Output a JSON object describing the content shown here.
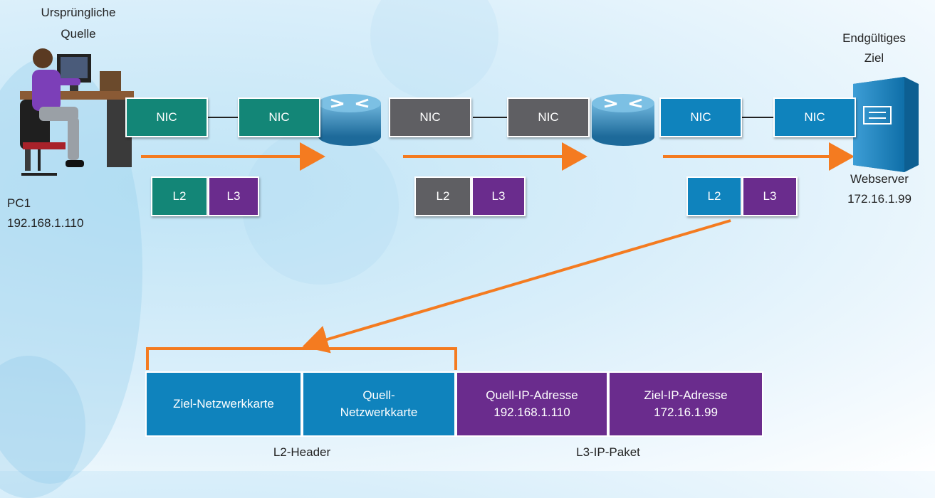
{
  "source": {
    "title_line1": "Ursprüngliche",
    "title_line2": "Quelle",
    "name": "PC1",
    "ip": "192.168.1.110"
  },
  "destination": {
    "title_line1": "Endgültiges",
    "title_line2": "Ziel",
    "name": "Webserver",
    "ip": "172.16.1.99"
  },
  "links": [
    {
      "left": "NIC",
      "right": "NIC",
      "color": "#138677"
    },
    {
      "left": "NIC",
      "right": "NIC",
      "color": "#5f5f63"
    },
    {
      "left": "NIC",
      "right": "NIC",
      "color": "#0f83bd"
    }
  ],
  "frames": [
    {
      "l2": "L2",
      "l3": "L3",
      "l2_color": "#138677"
    },
    {
      "l2": "L2",
      "l3": "L3",
      "l2_color": "#5f5f63"
    },
    {
      "l2": "L2",
      "l3": "L3",
      "l2_color": "#0f83bd"
    }
  ],
  "headers": {
    "dest_nic": "Ziel-Netzwerkkarte",
    "src_nic_line1": "Quell-",
    "src_nic_line2": "Netzwerkkarte",
    "src_ip_label": "Quell-IP-Adresse",
    "src_ip": "192.168.1.110",
    "dst_ip_label": "Ziel-IP-Adresse",
    "dst_ip": "172.16.1.99",
    "l2_caption": "L2-Header",
    "l3_caption": "L3-IP-Paket"
  },
  "colors": {
    "arrow": "#f47b20",
    "teal": "#138677",
    "gray": "#5f5f63",
    "blue": "#0f83bd",
    "purple": "#6a2c8d",
    "router": "#2a7fb0"
  }
}
